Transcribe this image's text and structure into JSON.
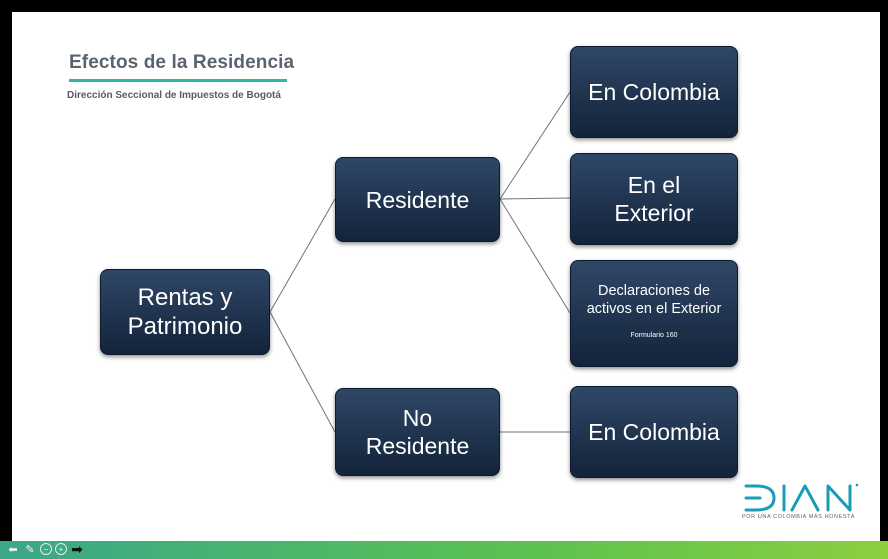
{
  "slide": {
    "title": "Efectos de la Residencia",
    "subtitle": "Dirección Seccional de Impuestos de Bogotá"
  },
  "diagram": {
    "root": {
      "line1": "Rentas y",
      "line2": "Patrimonio"
    },
    "residente": {
      "label": "Residente"
    },
    "no_residente": {
      "line1": "No",
      "line2": "Residente"
    },
    "en_colombia_1": {
      "label": "En Colombia"
    },
    "en_el_exterior": {
      "line1": "En el",
      "line2": "Exterior"
    },
    "declaraciones": {
      "line1": "Declaraciones de",
      "line2": "activos en el Exterior",
      "note": "Formulario 160"
    },
    "en_colombia_2": {
      "label": "En Colombia"
    }
  },
  "logo": {
    "text": "DIAN",
    "tagline": "POR UNA COLOMBIA MÁS HONESTA"
  },
  "toolbar": {
    "icons": [
      "arrow-left-icon",
      "pen-icon",
      "zoom-out-icon",
      "zoom-in-icon",
      "arrow-right-icon"
    ],
    "glyphs": {
      "back": "⬅",
      "pen": "✎",
      "zoom_out": "−",
      "zoom_in": "+",
      "forward": "➡"
    }
  },
  "colors": {
    "node": "#1f3350",
    "accent": "#36b3a8",
    "title": "#5a6470",
    "logo": "#1a9bb7",
    "bar": "#5bc24f"
  }
}
